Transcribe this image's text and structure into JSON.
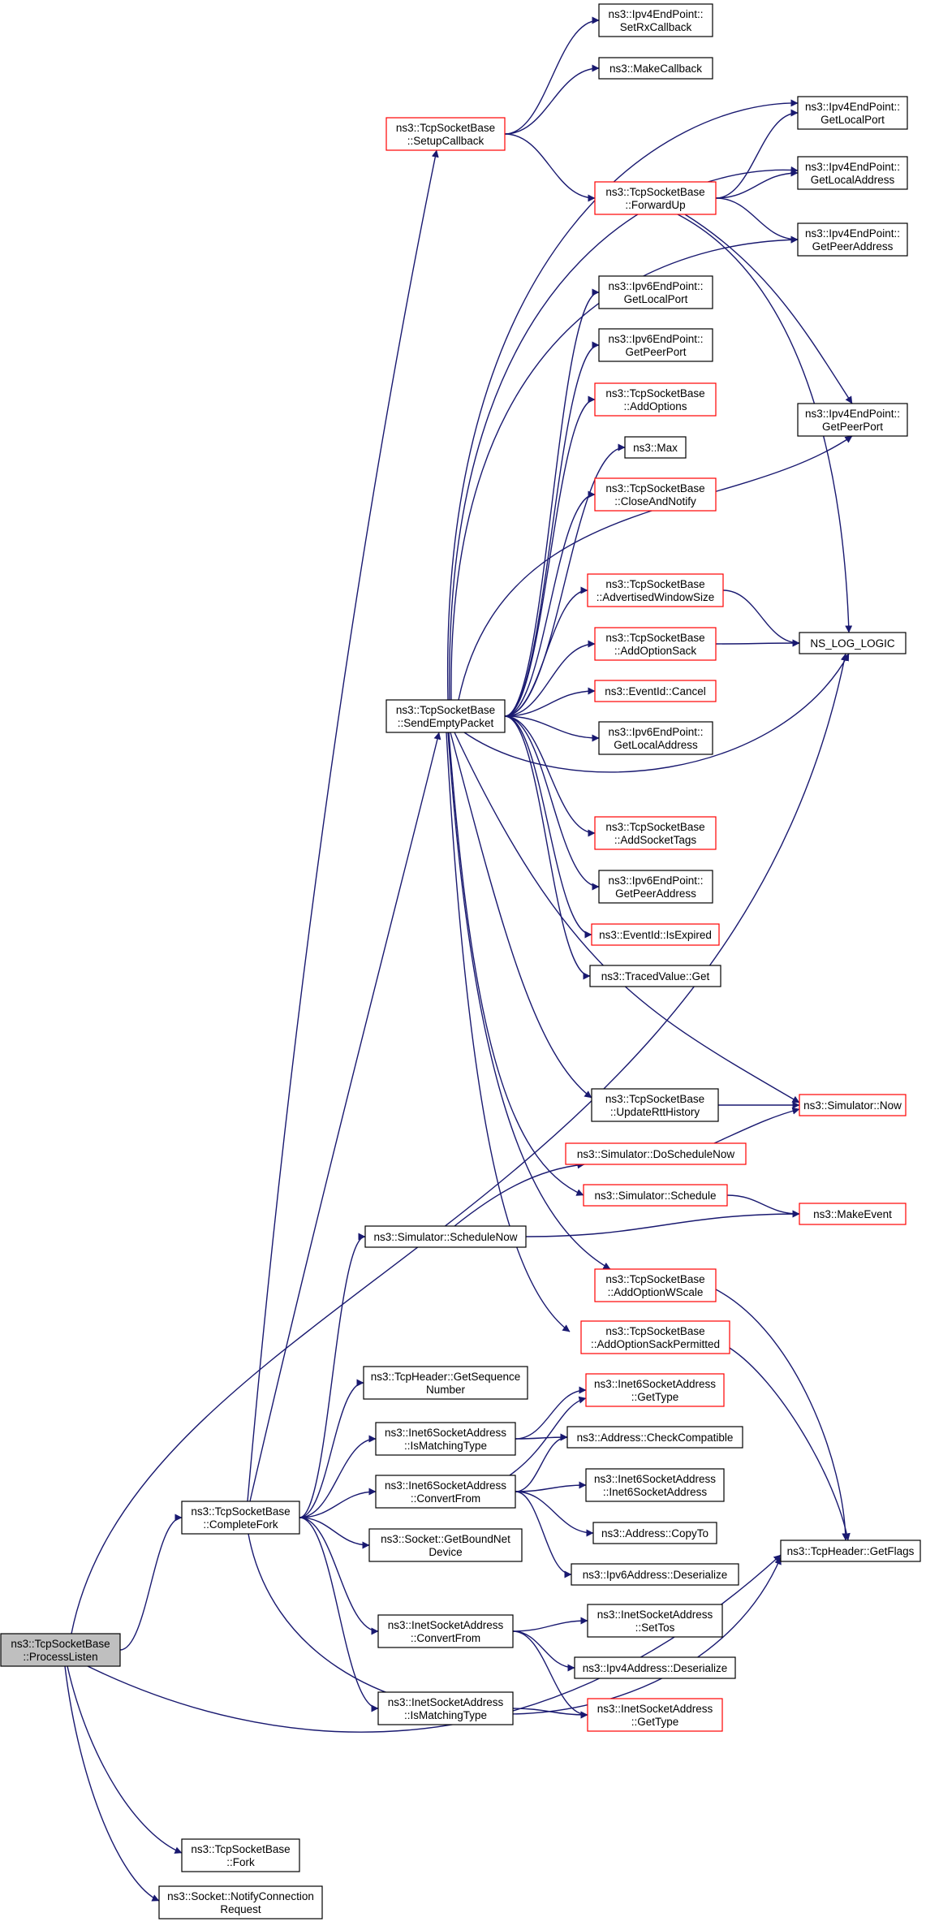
{
  "colors": {
    "edge": "#191970",
    "node_border": "#000000",
    "node_border_truncated": "#ff0000",
    "root_fill": "#bfbfbf",
    "node_fill": "#ffffff"
  },
  "nodes": [
    {
      "id": "processlisten",
      "lines": [
        "ns3::TcpSocketBase",
        "::ProcessListen"
      ],
      "style": "root"
    },
    {
      "id": "completefork",
      "lines": [
        "ns3::TcpSocketBase",
        "::CompleteFork"
      ],
      "style": "normal"
    },
    {
      "id": "fork",
      "lines": [
        "ns3::TcpSocketBase",
        "::Fork"
      ],
      "style": "normal"
    },
    {
      "id": "notifyconn",
      "lines": [
        "ns3::Socket::NotifyConnection",
        "Request"
      ],
      "style": "normal"
    },
    {
      "id": "setupcallback",
      "lines": [
        "ns3::TcpSocketBase",
        "::SetupCallback"
      ],
      "style": "truncated"
    },
    {
      "id": "sendemptypacket",
      "lines": [
        "ns3::TcpSocketBase",
        "::SendEmptyPacket"
      ],
      "style": "normal"
    },
    {
      "id": "schedulenow",
      "lines": [
        "ns3::Simulator::ScheduleNow"
      ],
      "style": "normal"
    },
    {
      "id": "getsequence",
      "lines": [
        "ns3::TcpHeader::GetSequence",
        "Number"
      ],
      "style": "normal"
    },
    {
      "id": "i6ismatching",
      "lines": [
        "ns3::Inet6SocketAddress",
        "::IsMatchingType"
      ],
      "style": "normal"
    },
    {
      "id": "i6convertfrom",
      "lines": [
        "ns3::Inet6SocketAddress",
        "::ConvertFrom"
      ],
      "style": "normal"
    },
    {
      "id": "getboundnet",
      "lines": [
        "ns3::Socket::GetBoundNet",
        "Device"
      ],
      "style": "normal"
    },
    {
      "id": "i4convertfrom",
      "lines": [
        "ns3::InetSocketAddress",
        "::ConvertFrom"
      ],
      "style": "normal"
    },
    {
      "id": "i4ismatching",
      "lines": [
        "ns3::InetSocketAddress",
        "::IsMatchingType"
      ],
      "style": "normal"
    },
    {
      "id": "setrxcallback",
      "lines": [
        "ns3::Ipv4EndPoint::",
        "SetRxCallback"
      ],
      "style": "normal"
    },
    {
      "id": "makecallback",
      "lines": [
        "ns3::MakeCallback"
      ],
      "style": "normal"
    },
    {
      "id": "forwardup",
      "lines": [
        "ns3::TcpSocketBase",
        "::ForwardUp"
      ],
      "style": "truncated"
    },
    {
      "id": "ipv6localport",
      "lines": [
        "ns3::Ipv6EndPoint::",
        "GetLocalPort"
      ],
      "style": "normal"
    },
    {
      "id": "ipv6peerport",
      "lines": [
        "ns3::Ipv6EndPoint::",
        "GetPeerPort"
      ],
      "style": "normal"
    },
    {
      "id": "addoptions",
      "lines": [
        "ns3::TcpSocketBase",
        "::AddOptions"
      ],
      "style": "truncated"
    },
    {
      "id": "max",
      "lines": [
        "ns3::Max"
      ],
      "style": "normal"
    },
    {
      "id": "closeandnotify",
      "lines": [
        "ns3::TcpSocketBase",
        "::CloseAndNotify"
      ],
      "style": "truncated"
    },
    {
      "id": "advwindow",
      "lines": [
        "ns3::TcpSocketBase",
        "::AdvertisedWindowSize"
      ],
      "style": "truncated"
    },
    {
      "id": "addoptionsack",
      "lines": [
        "ns3::TcpSocketBase",
        "::AddOptionSack"
      ],
      "style": "truncated"
    },
    {
      "id": "cancel",
      "lines": [
        "ns3::EventId::Cancel"
      ],
      "style": "truncated"
    },
    {
      "id": "ipv6localaddr",
      "lines": [
        "ns3::Ipv6EndPoint::",
        "GetLocalAddress"
      ],
      "style": "normal"
    },
    {
      "id": "addsockettags",
      "lines": [
        "ns3::TcpSocketBase",
        "::AddSocketTags"
      ],
      "style": "truncated"
    },
    {
      "id": "ipv6peeraddr",
      "lines": [
        "ns3::Ipv6EndPoint::",
        "GetPeerAddress"
      ],
      "style": "normal"
    },
    {
      "id": "isexpired",
      "lines": [
        "ns3::EventId::IsExpired"
      ],
      "style": "truncated"
    },
    {
      "id": "tracedget",
      "lines": [
        "ns3::TracedValue::Get"
      ],
      "style": "normal"
    },
    {
      "id": "updatertt",
      "lines": [
        "ns3::TcpSocketBase",
        "::UpdateRttHistory"
      ],
      "style": "normal"
    },
    {
      "id": "doschedulenow",
      "lines": [
        "ns3::Simulator::DoScheduleNow"
      ],
      "style": "truncated"
    },
    {
      "id": "schedule",
      "lines": [
        "ns3::Simulator::Schedule"
      ],
      "style": "truncated"
    },
    {
      "id": "addoptionwscale",
      "lines": [
        "ns3::TcpSocketBase",
        "::AddOptionWScale"
      ],
      "style": "truncated"
    },
    {
      "id": "addoptionsackperm",
      "lines": [
        "ns3::TcpSocketBase",
        "::AddOptionSackPermitted"
      ],
      "style": "truncated"
    },
    {
      "id": "i6gettype",
      "lines": [
        "ns3::Inet6SocketAddress",
        "::GetType"
      ],
      "style": "truncated"
    },
    {
      "id": "checkcompat",
      "lines": [
        "ns3::Address::CheckCompatible"
      ],
      "style": "normal"
    },
    {
      "id": "i6ctor",
      "lines": [
        "ns3::Inet6SocketAddress",
        "::Inet6SocketAddress"
      ],
      "style": "normal"
    },
    {
      "id": "copyto",
      "lines": [
        "ns3::Address::CopyTo"
      ],
      "style": "normal"
    },
    {
      "id": "ipv6deser",
      "lines": [
        "ns3::Ipv6Address::Deserialize"
      ],
      "style": "normal"
    },
    {
      "id": "settos",
      "lines": [
        "ns3::InetSocketAddress",
        "::SetTos"
      ],
      "style": "normal"
    },
    {
      "id": "ipv4deser",
      "lines": [
        "ns3::Ipv4Address::Deserialize"
      ],
      "style": "normal"
    },
    {
      "id": "i4gettype",
      "lines": [
        "ns3::InetSocketAddress",
        "::GetType"
      ],
      "style": "truncated"
    },
    {
      "id": "ipv4localport",
      "lines": [
        "ns3::Ipv4EndPoint::",
        "GetLocalPort"
      ],
      "style": "normal"
    },
    {
      "id": "ipv4localaddr",
      "lines": [
        "ns3::Ipv4EndPoint::",
        "GetLocalAddress"
      ],
      "style": "normal"
    },
    {
      "id": "ipv4peeraddr",
      "lines": [
        "ns3::Ipv4EndPoint::",
        "GetPeerAddress"
      ],
      "style": "normal"
    },
    {
      "id": "ipv4peerport",
      "lines": [
        "ns3::Ipv4EndPoint::",
        "GetPeerPort"
      ],
      "style": "normal"
    },
    {
      "id": "nslog",
      "lines": [
        "NS_LOG_LOGIC"
      ],
      "style": "normal"
    },
    {
      "id": "now",
      "lines": [
        "ns3::Simulator::Now"
      ],
      "style": "truncated"
    },
    {
      "id": "makeevent",
      "lines": [
        "ns3::MakeEvent"
      ],
      "style": "truncated"
    },
    {
      "id": "getflags",
      "lines": [
        "ns3::TcpHeader::GetFlags"
      ],
      "style": "normal"
    }
  ],
  "edges": [
    {
      "from": "processlisten",
      "to": "completefork"
    },
    {
      "from": "processlisten",
      "to": "nslog"
    },
    {
      "from": "processlisten",
      "to": "getflags"
    },
    {
      "from": "processlisten",
      "to": "fork"
    },
    {
      "from": "processlisten",
      "to": "notifyconn"
    },
    {
      "from": "completefork",
      "to": "setupcallback"
    },
    {
      "from": "completefork",
      "to": "sendemptypacket"
    },
    {
      "from": "completefork",
      "to": "schedulenow"
    },
    {
      "from": "completefork",
      "to": "getsequence"
    },
    {
      "from": "completefork",
      "to": "i6ismatching"
    },
    {
      "from": "completefork",
      "to": "i6convertfrom"
    },
    {
      "from": "completefork",
      "to": "getboundnet"
    },
    {
      "from": "completefork",
      "to": "i4convertfrom"
    },
    {
      "from": "completefork",
      "to": "i4ismatching"
    },
    {
      "from": "completefork",
      "to": "getflags"
    },
    {
      "from": "setupcallback",
      "to": "setrxcallback"
    },
    {
      "from": "setupcallback",
      "to": "makecallback"
    },
    {
      "from": "setupcallback",
      "to": "forwardup"
    },
    {
      "from": "forwardup",
      "to": "ipv4localport"
    },
    {
      "from": "forwardup",
      "to": "ipv4localaddr"
    },
    {
      "from": "forwardup",
      "to": "ipv4peeraddr"
    },
    {
      "from": "forwardup",
      "to": "ipv4peerport"
    },
    {
      "from": "forwardup",
      "to": "nslog"
    },
    {
      "from": "sendemptypacket",
      "to": "ipv4localport"
    },
    {
      "from": "sendemptypacket",
      "to": "ipv4localaddr"
    },
    {
      "from": "sendemptypacket",
      "to": "ipv4peeraddr"
    },
    {
      "from": "sendemptypacket",
      "to": "ipv6localport"
    },
    {
      "from": "sendemptypacket",
      "to": "ipv6peerport"
    },
    {
      "from": "sendemptypacket",
      "to": "addoptions"
    },
    {
      "from": "sendemptypacket",
      "to": "max"
    },
    {
      "from": "sendemptypacket",
      "to": "closeandnotify"
    },
    {
      "from": "sendemptypacket",
      "to": "ipv4peerport"
    },
    {
      "from": "sendemptypacket",
      "to": "advwindow"
    },
    {
      "from": "sendemptypacket",
      "to": "addoptionsack"
    },
    {
      "from": "sendemptypacket",
      "to": "cancel"
    },
    {
      "from": "sendemptypacket",
      "to": "ipv6localaddr"
    },
    {
      "from": "sendemptypacket",
      "to": "nslog"
    },
    {
      "from": "sendemptypacket",
      "to": "addsockettags"
    },
    {
      "from": "sendemptypacket",
      "to": "ipv6peeraddr"
    },
    {
      "from": "sendemptypacket",
      "to": "isexpired"
    },
    {
      "from": "sendemptypacket",
      "to": "tracedget"
    },
    {
      "from": "sendemptypacket",
      "to": "now"
    },
    {
      "from": "sendemptypacket",
      "to": "updatertt"
    },
    {
      "from": "sendemptypacket",
      "to": "schedule"
    },
    {
      "from": "sendemptypacket",
      "to": "addoptionwscale"
    },
    {
      "from": "sendemptypacket",
      "to": "addoptionsackperm"
    },
    {
      "from": "advwindow",
      "to": "nslog"
    },
    {
      "from": "addoptionsack",
      "to": "nslog"
    },
    {
      "from": "updatertt",
      "to": "now"
    },
    {
      "from": "schedulenow",
      "to": "doschedulenow"
    },
    {
      "from": "schedulenow",
      "to": "makeevent"
    },
    {
      "from": "doschedulenow",
      "to": "now"
    },
    {
      "from": "schedule",
      "to": "makeevent"
    },
    {
      "from": "addoptionwscale",
      "to": "getflags"
    },
    {
      "from": "addoptionsackperm",
      "to": "getflags"
    },
    {
      "from": "i6ismatching",
      "to": "i6gettype"
    },
    {
      "from": "i6ismatching",
      "to": "checkcompat"
    },
    {
      "from": "i6convertfrom",
      "to": "i6gettype"
    },
    {
      "from": "i6convertfrom",
      "to": "checkcompat"
    },
    {
      "from": "i6convertfrom",
      "to": "i6ctor"
    },
    {
      "from": "i6convertfrom",
      "to": "copyto"
    },
    {
      "from": "i6convertfrom",
      "to": "ipv6deser"
    },
    {
      "from": "i4convertfrom",
      "to": "settos"
    },
    {
      "from": "i4convertfrom",
      "to": "ipv4deser"
    },
    {
      "from": "i4convertfrom",
      "to": "i4gettype"
    },
    {
      "from": "i4ismatching",
      "to": "i4gettype"
    }
  ]
}
